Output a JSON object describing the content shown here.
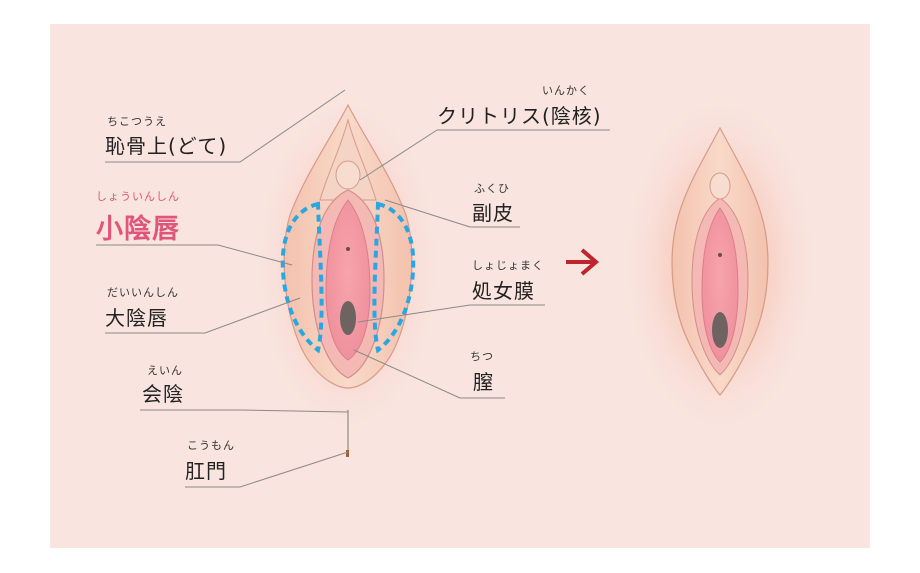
{
  "labels": {
    "pubis": {
      "ruby": "ちこつうえ",
      "text": "恥骨上(どて)"
    },
    "labia_minora": {
      "ruby": "しょういんしん",
      "text": "小陰唇"
    },
    "labia_majora": {
      "ruby": "だいいんしん",
      "text": "大陰唇"
    },
    "perineum": {
      "ruby": "えいん",
      "text": "会陰"
    },
    "anus": {
      "ruby": "こうもん",
      "text": "肛門"
    },
    "clitoris": {
      "ruby": "いんかく",
      "text": "クリトリス(陰核)"
    },
    "hood": {
      "ruby": "ふくひ",
      "text": "副皮"
    },
    "hymen": {
      "ruby": "しょじょまく",
      "text": "処女膜"
    },
    "vagina": {
      "ruby": "ちつ",
      "text": "膣"
    }
  },
  "colors": {
    "panel": "#f9e4df",
    "accent_pink": "#e0567a",
    "dashed_outline": "#2aa7e0",
    "arrow": "#c0242c"
  },
  "icons": {
    "arrow": "right-arrow-icon"
  }
}
